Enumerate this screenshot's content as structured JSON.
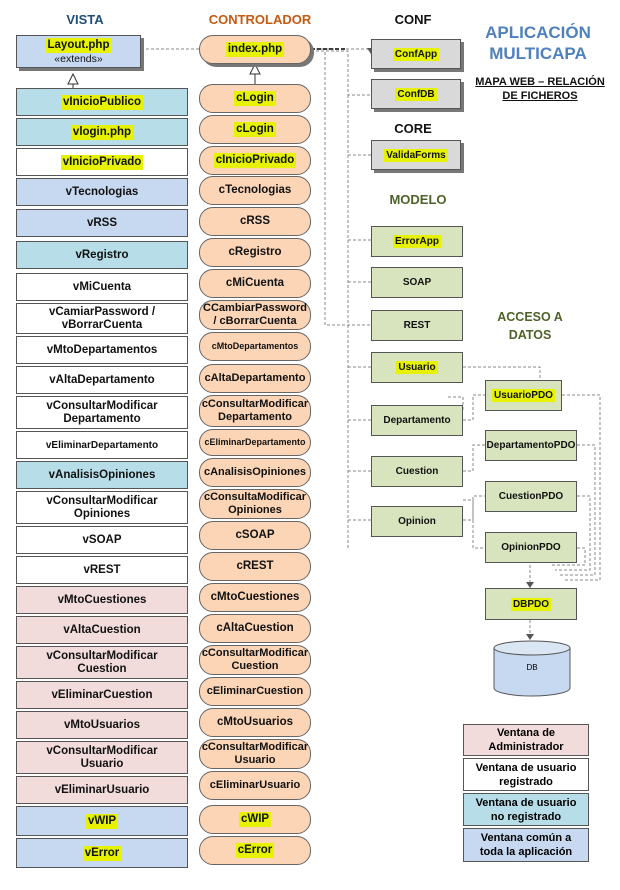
{
  "headers": {
    "vista": "VISTA",
    "controlador": "CONTROLADOR",
    "conf": "CONF",
    "core": "CORE",
    "modelo": "MODELO",
    "acceso_datos": "ACCESO A DATOS"
  },
  "title": {
    "main": "APLICACIÓN MULTICAPA",
    "subtitle": "MAPA WEB – RELACIÓN DE FICHEROS"
  },
  "colors": {
    "admin": "#f2dcdb",
    "registrado": "#ffffff",
    "no_registrado": "#b7dee8",
    "comun": "#c6d9f1",
    "controlador": "#fbd5b5",
    "conf": "#d9d9d9",
    "modelo": "#d7e4bd",
    "highlight": "#e6f200",
    "vista_header": "#1f4e79",
    "controlador_header": "#c55a11",
    "modelo_header": "#4f6228",
    "title": "#4f81bd"
  },
  "vista": {
    "layout": {
      "label": "Layout.php",
      "sub": "«extends»"
    },
    "items": [
      {
        "label": "vInicioPublico"
      },
      {
        "label": "vlogin.php"
      },
      {
        "label": "vInicioPrivado"
      },
      {
        "label": "vTecnologias"
      },
      {
        "label": "vRSS"
      },
      {
        "label": "vRegistro"
      },
      {
        "label": "vMiCuenta"
      },
      {
        "label": "vCamiarPassword / vBorrarCuenta"
      },
      {
        "label": "vMtoDepartamentos"
      },
      {
        "label": "vAltaDepartamento"
      },
      {
        "label": "vConsultarModificar Departamento"
      },
      {
        "label": "vEliminarDepartamento"
      },
      {
        "label": "vAnalisisOpiniones"
      },
      {
        "label": "vConsultarModificar Opiniones"
      },
      {
        "label": "vSOAP"
      },
      {
        "label": "vREST"
      },
      {
        "label": "vMtoCuestiones"
      },
      {
        "label": "vAltaCuestion"
      },
      {
        "label": "vConsultarModificar Cuestion"
      },
      {
        "label": "vEliminarCuestion"
      },
      {
        "label": "vMtoUsuarios"
      },
      {
        "label": "vConsultarModificar Usuario"
      },
      {
        "label": "vEliminarUsuario"
      },
      {
        "label": "vWIP"
      },
      {
        "label": "vError"
      }
    ]
  },
  "controlador": {
    "index": {
      "label": "index.php"
    },
    "items": [
      {
        "label": "cLogin"
      },
      {
        "label": "cLogin"
      },
      {
        "label": "cInicioPrivado"
      },
      {
        "label": "cTecnologias"
      },
      {
        "label": "cRSS"
      },
      {
        "label": "cRegistro"
      },
      {
        "label": "cMiCuenta"
      },
      {
        "label": "CCambiarPassword / cBorrarCuenta"
      },
      {
        "label": "cMtoDepartamentos"
      },
      {
        "label": "cAltaDepartamento"
      },
      {
        "label": "cConsultarModificar Departamento"
      },
      {
        "label": "cEliminarDepartamento"
      },
      {
        "label": "cAnalisisOpiniones"
      },
      {
        "label": "cConsultaModificar Opiniones"
      },
      {
        "label": "cSOAP"
      },
      {
        "label": "cREST"
      },
      {
        "label": "cMtoCuestiones"
      },
      {
        "label": "cAltaCuestion"
      },
      {
        "label": "cConsultarModificar Cuestion"
      },
      {
        "label": "cEliminarCuestion"
      },
      {
        "label": "cMtoUsuarios"
      },
      {
        "label": "cConsultarModificar Usuario"
      },
      {
        "label": "cEliminarUsuario"
      },
      {
        "label": "cWIP"
      },
      {
        "label": "cError"
      }
    ]
  },
  "conf": [
    {
      "label": "ConfApp"
    },
    {
      "label": "ConfDB"
    }
  ],
  "core": [
    {
      "label": "ValidaForms"
    }
  ],
  "modelo": [
    {
      "label": "ErrorApp"
    },
    {
      "label": "SOAP"
    },
    {
      "label": "REST"
    },
    {
      "label": "Usuario"
    },
    {
      "label": "Departamento"
    },
    {
      "label": "Cuestion"
    },
    {
      "label": "Opinion"
    }
  ],
  "pdo": [
    {
      "label": "UsuarioPDO"
    },
    {
      "label": "DepartamentoPDO"
    },
    {
      "label": "CuestionPDO"
    },
    {
      "label": "OpinionPDO"
    }
  ],
  "dbpdo": {
    "label": "DBPDO"
  },
  "db": {
    "label": "DB"
  },
  "legend": [
    {
      "label": "Ventana de Administrador"
    },
    {
      "label": "Ventana de usuario registrado"
    },
    {
      "label": "Ventana de usuario no registrado"
    },
    {
      "label": "Ventana común a toda la aplicación"
    }
  ]
}
